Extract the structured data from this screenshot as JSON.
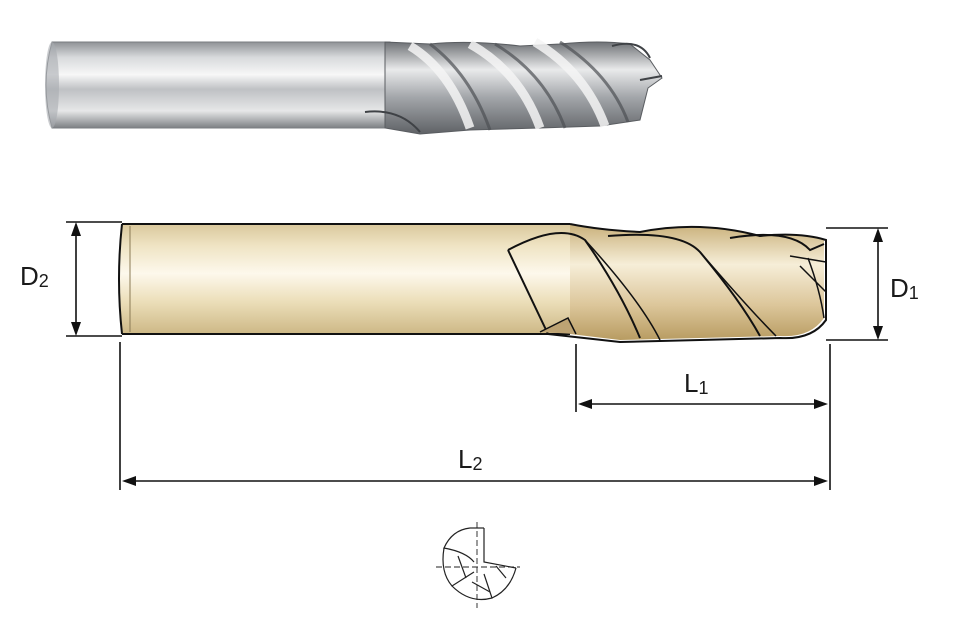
{
  "dimensions": {
    "d2": {
      "main": "D",
      "sub": "2"
    },
    "d1": {
      "main": "D",
      "sub": "1"
    },
    "l1": {
      "main": "L",
      "sub": "1"
    },
    "l2": {
      "main": "L",
      "sub": "2"
    }
  },
  "icons": {
    "photo": "end-mill-photo-icon",
    "drawing": "end-mill-drawing-icon",
    "cross_section": "three-flute-cross-section-icon"
  }
}
